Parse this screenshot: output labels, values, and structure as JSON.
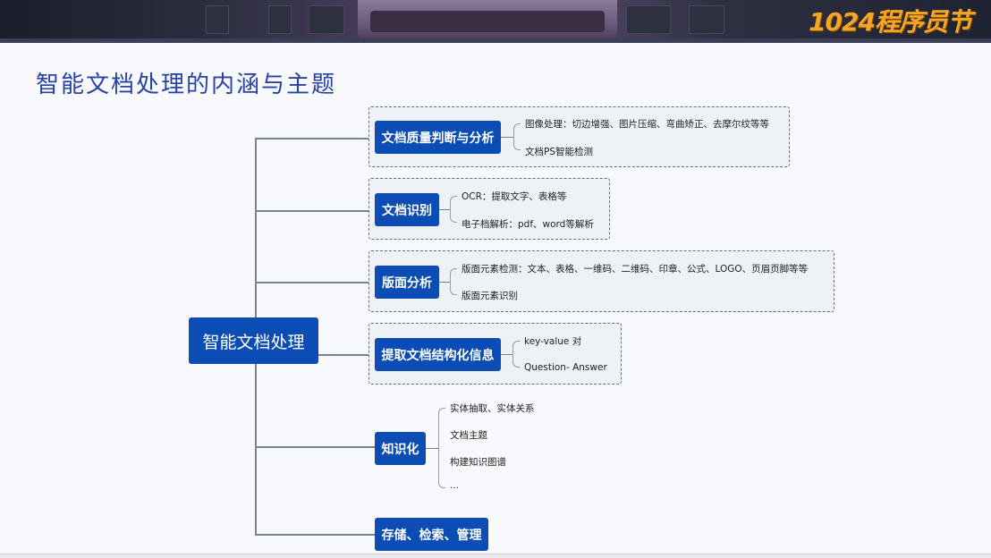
{
  "banner": {
    "logo_text": "1024程序员节",
    "colors": {
      "logo": "#f5a623",
      "background": "#2a2d3d"
    }
  },
  "slide": {
    "title": "智能文档处理的内涵与主题",
    "title_color": "#2843a8"
  },
  "diagram": {
    "root": {
      "label": "智能文档处理"
    },
    "node_color": "#0b4db4",
    "branches": [
      {
        "label": "文档质量判断与分析",
        "children": [
          "图像处理：切边增强、图片压缩、弯曲矫正、去摩尔纹等等",
          "文档PS智能检测"
        ]
      },
      {
        "label": "文档识别",
        "children": [
          "OCR：提取文字、表格等",
          "电子档解析：pdf、word等解析"
        ]
      },
      {
        "label": "版面分析",
        "children": [
          "版面元素检测：文本、表格、一维码、二维码、印章、公式、LOGO、页眉页脚等等",
          "版面元素识别"
        ]
      },
      {
        "label": "提取文档结构化信息",
        "children": [
          "key-value 对",
          "Question- Answer"
        ]
      },
      {
        "label": "知识化",
        "children": [
          "实体抽取、实体关系",
          "文档主题",
          "构建知识图谱",
          "..."
        ]
      },
      {
        "label": "存储、检索、管理",
        "children": []
      }
    ]
  }
}
